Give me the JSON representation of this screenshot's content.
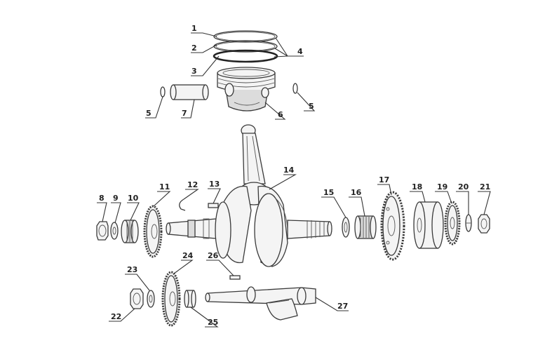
{
  "callouts": [
    {
      "id": "c1",
      "label": "1"
    },
    {
      "id": "c2",
      "label": "2"
    },
    {
      "id": "c3",
      "label": "3"
    },
    {
      "id": "c4",
      "label": "4"
    },
    {
      "id": "c5a",
      "label": "5"
    },
    {
      "id": "c5b",
      "label": "5"
    },
    {
      "id": "c6",
      "label": "6"
    },
    {
      "id": "c7",
      "label": "7"
    },
    {
      "id": "c8",
      "label": "8"
    },
    {
      "id": "c9",
      "label": "9"
    },
    {
      "id": "c10",
      "label": "10"
    },
    {
      "id": "c11",
      "label": "11"
    },
    {
      "id": "c12",
      "label": "12"
    },
    {
      "id": "c13",
      "label": "13"
    },
    {
      "id": "c14",
      "label": "14"
    },
    {
      "id": "c15",
      "label": "15"
    },
    {
      "id": "c16",
      "label": "16"
    },
    {
      "id": "c17",
      "label": "17"
    },
    {
      "id": "c18",
      "label": "18"
    },
    {
      "id": "c19",
      "label": "19"
    },
    {
      "id": "c20",
      "label": "20"
    },
    {
      "id": "c21",
      "label": "21"
    },
    {
      "id": "c22",
      "label": "22"
    },
    {
      "id": "c23",
      "label": "23"
    },
    {
      "id": "c24",
      "label": "24"
    },
    {
      "id": "c25",
      "label": "25"
    },
    {
      "id": "c26",
      "label": "26"
    },
    {
      "id": "c27",
      "label": "27"
    }
  ]
}
